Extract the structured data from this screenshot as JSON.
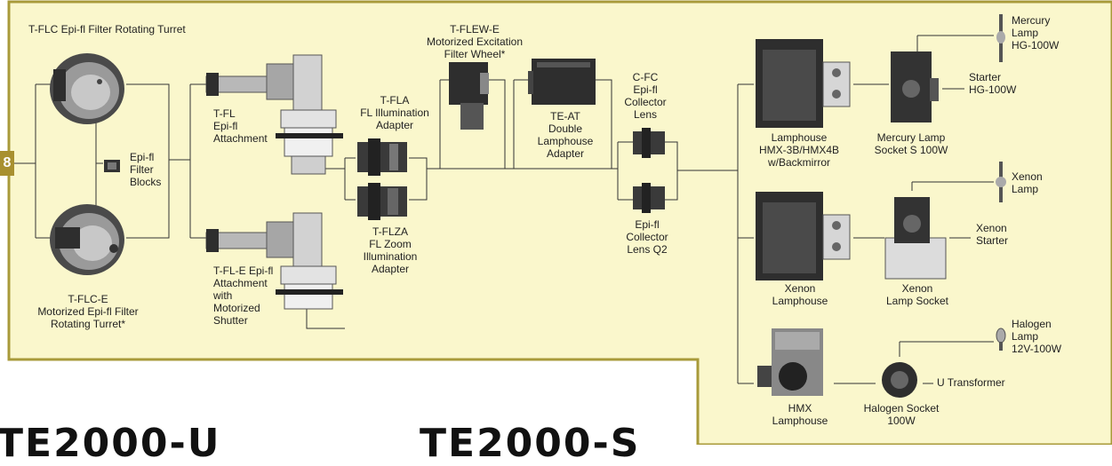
{
  "colors": {
    "panel_fill": "#faf7cc",
    "panel_border": "#a89a3a",
    "badge": "#a89030",
    "device_dark": "#2e2e2e",
    "device_light": "#dcdcdc"
  },
  "badge_text": "8",
  "labels": {
    "turret": "T-FLC Epi-fl Filter Rotating Turret",
    "turret_motor": [
      "T-FLC-E",
      "Motorized Epi-fl Filter",
      "Rotating Turret*"
    ],
    "filter_blocks": [
      "Epi-fl",
      "Filter",
      "Blocks"
    ],
    "tfl": [
      "T-FL",
      "Epi-fl",
      "Attachment"
    ],
    "tfle": [
      "T-FL-E Epi-fl",
      "Attachment",
      "with",
      "Motorized",
      "Shutter"
    ],
    "tfla": [
      "T-FLA",
      "FL Illumination",
      "Adapter"
    ],
    "tflza": [
      "T-FLZA",
      "FL Zoom",
      "Illumination",
      "Adapter"
    ],
    "tflew": [
      "T-FLEW-E",
      "Motorized Excitation",
      "Filter Wheel*"
    ],
    "teat": [
      "TE-AT",
      "Double",
      "Lamphouse",
      "Adapter"
    ],
    "cfc": [
      "C-FC",
      "Epi-fl",
      "Collector",
      "Lens"
    ],
    "q2": [
      "Epi-fl",
      "Collector",
      "Lens Q2"
    ],
    "hmx3b": [
      "Lamphouse",
      "HMX-3B/HMX4B",
      "w/Backmirror"
    ],
    "mercury_socket": [
      "Mercury Lamp",
      "Socket S 100W"
    ],
    "mercury_lamp": [
      "Mercury",
      "Lamp",
      "HG-100W"
    ],
    "starter": [
      "Starter",
      "HG-100W"
    ],
    "xenon_lamp": [
      "Xenon",
      "Lamp"
    ],
    "xenon_starter": [
      "Xenon",
      "Starter"
    ],
    "xenon_lamphouse": [
      "Xenon",
      "Lamphouse"
    ],
    "xenon_socket": [
      "Xenon",
      "Lamp Socket"
    ],
    "halogen_lamp": [
      "Halogen",
      "Lamp",
      "12V-100W"
    ],
    "u_transformer": "U Transformer",
    "hmx": [
      "HMX",
      "Lamphouse"
    ],
    "halogen_socket": [
      "Halogen Socket",
      "100W"
    ]
  },
  "brand": {
    "left": "TE2000-U",
    "right": "TE2000-S"
  }
}
